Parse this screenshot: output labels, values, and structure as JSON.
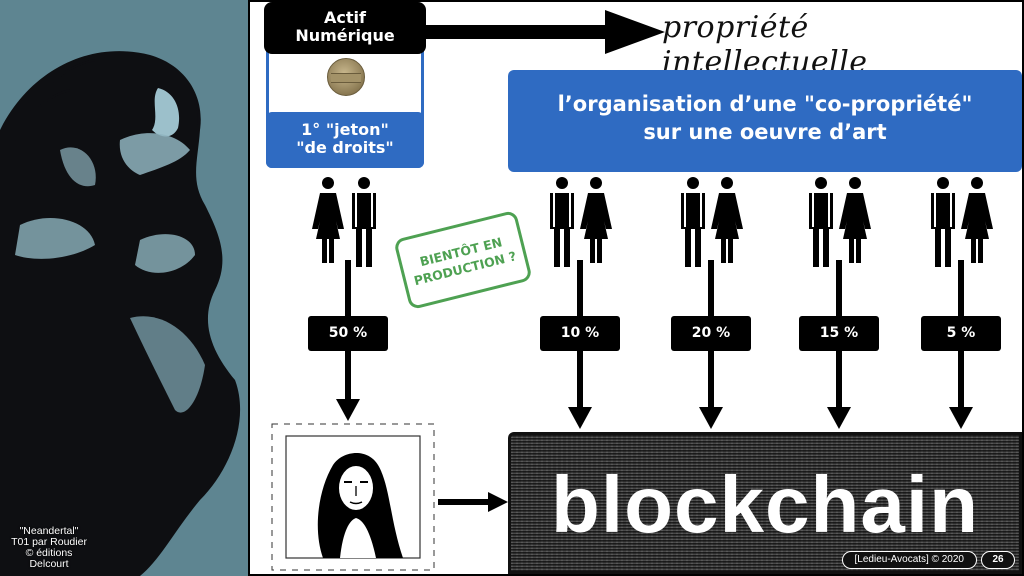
{
  "illustration": {
    "subject": "neanderthal-thinker-illustration",
    "credit_lines": [
      "\"Neandertal\"",
      "T01 par Roudier",
      "© éditions Delcourt"
    ]
  },
  "asset": {
    "title_line1": "Actif",
    "title_line2": "Numérique",
    "token_icon": "token-coin-icon",
    "token_label_line1": "1° \"jeton\"",
    "token_label_line2": "\"de droits\""
  },
  "header": {
    "title": "propriété intellectuelle"
  },
  "callout": {
    "line1": "l’organisation d’une \"co-propriété\"",
    "line2": "sur une oeuvre d’art"
  },
  "stamp": {
    "line1": "BIENTÔT EN",
    "line2": "PRODUCTION ?"
  },
  "owners": [
    {
      "icon": "woman-man-icon",
      "order": "woman-man",
      "share": "50 %",
      "share_value": 50,
      "target": "artwork"
    },
    {
      "icon": "man-woman-icon",
      "order": "man-woman",
      "share": "10 %",
      "share_value": 10,
      "target": "blockchain"
    },
    {
      "icon": "man-woman-icon",
      "order": "man-woman",
      "share": "20 %",
      "share_value": 20,
      "target": "blockchain"
    },
    {
      "icon": "man-woman-icon",
      "order": "man-woman",
      "share": "15 %",
      "share_value": 15,
      "target": "blockchain"
    },
    {
      "icon": "man-woman-icon",
      "order": "man-woman",
      "share": "5 %",
      "share_value": 5,
      "target": "blockchain"
    }
  ],
  "artwork": {
    "icon": "mona-lisa-stamp-icon"
  },
  "blockchain": {
    "label": "blockchain"
  },
  "footer": {
    "credit": "[Ledieu-Avocats] © 2020",
    "page": "26"
  },
  "colors": {
    "primary_blue": "#2f6bc2",
    "stamp_green": "#3f9a44",
    "black": "#000000",
    "illustration_bg": "#5e8591"
  }
}
